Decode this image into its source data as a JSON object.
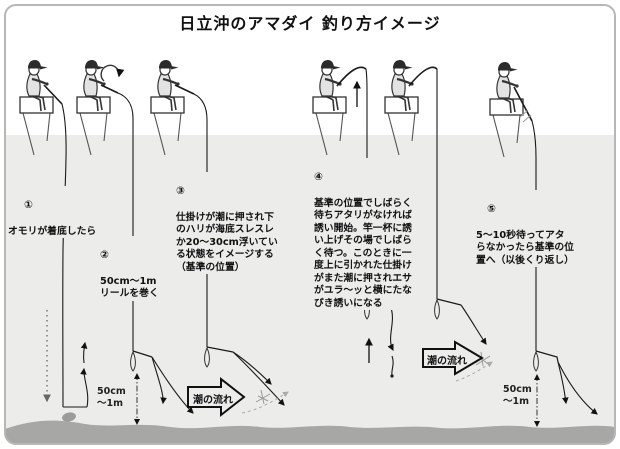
{
  "title": "日立沖のアマダイ 釣り方イメージ",
  "steps": [
    {
      "num": "①",
      "text": "オモリが着底したら"
    },
    {
      "num": "②",
      "text": "50cm～1m\nリールを巻く"
    },
    {
      "num": "③",
      "text": "仕掛けが潮に押され下\nのハリが海底スレスレ\nか20～30cm浮いてい\nる状態をイメージする\n（基準の位置）"
    },
    {
      "num": "④",
      "text": "基準の位置でしばらく\n待ちアタリがなければ\n誘い開始。竿一杯に誘\nい上げその場でしばら\nく待つ。このときに一\n度上に引かれた仕掛け\nがまた潮に押されエサ\nがユラ～ッと横にたな\nびき誘いになる"
    },
    {
      "num": "⑤",
      "text": "5～10秒待ってアタ\nらなかったら基準の位\n置へ（以後くり返し）"
    }
  ],
  "current_arrows": [
    {
      "label": "潮の流れ"
    },
    {
      "label": "潮の流れ"
    }
  ],
  "depth_markers": [
    {
      "label": "50cm\n～1m"
    },
    {
      "label": "50cm\n～1m"
    }
  ],
  "colors": {
    "sea": "#ececea",
    "seabed": "#a7a7a5",
    "line": "#1a1a1a",
    "frame": "#b7b7b7"
  }
}
